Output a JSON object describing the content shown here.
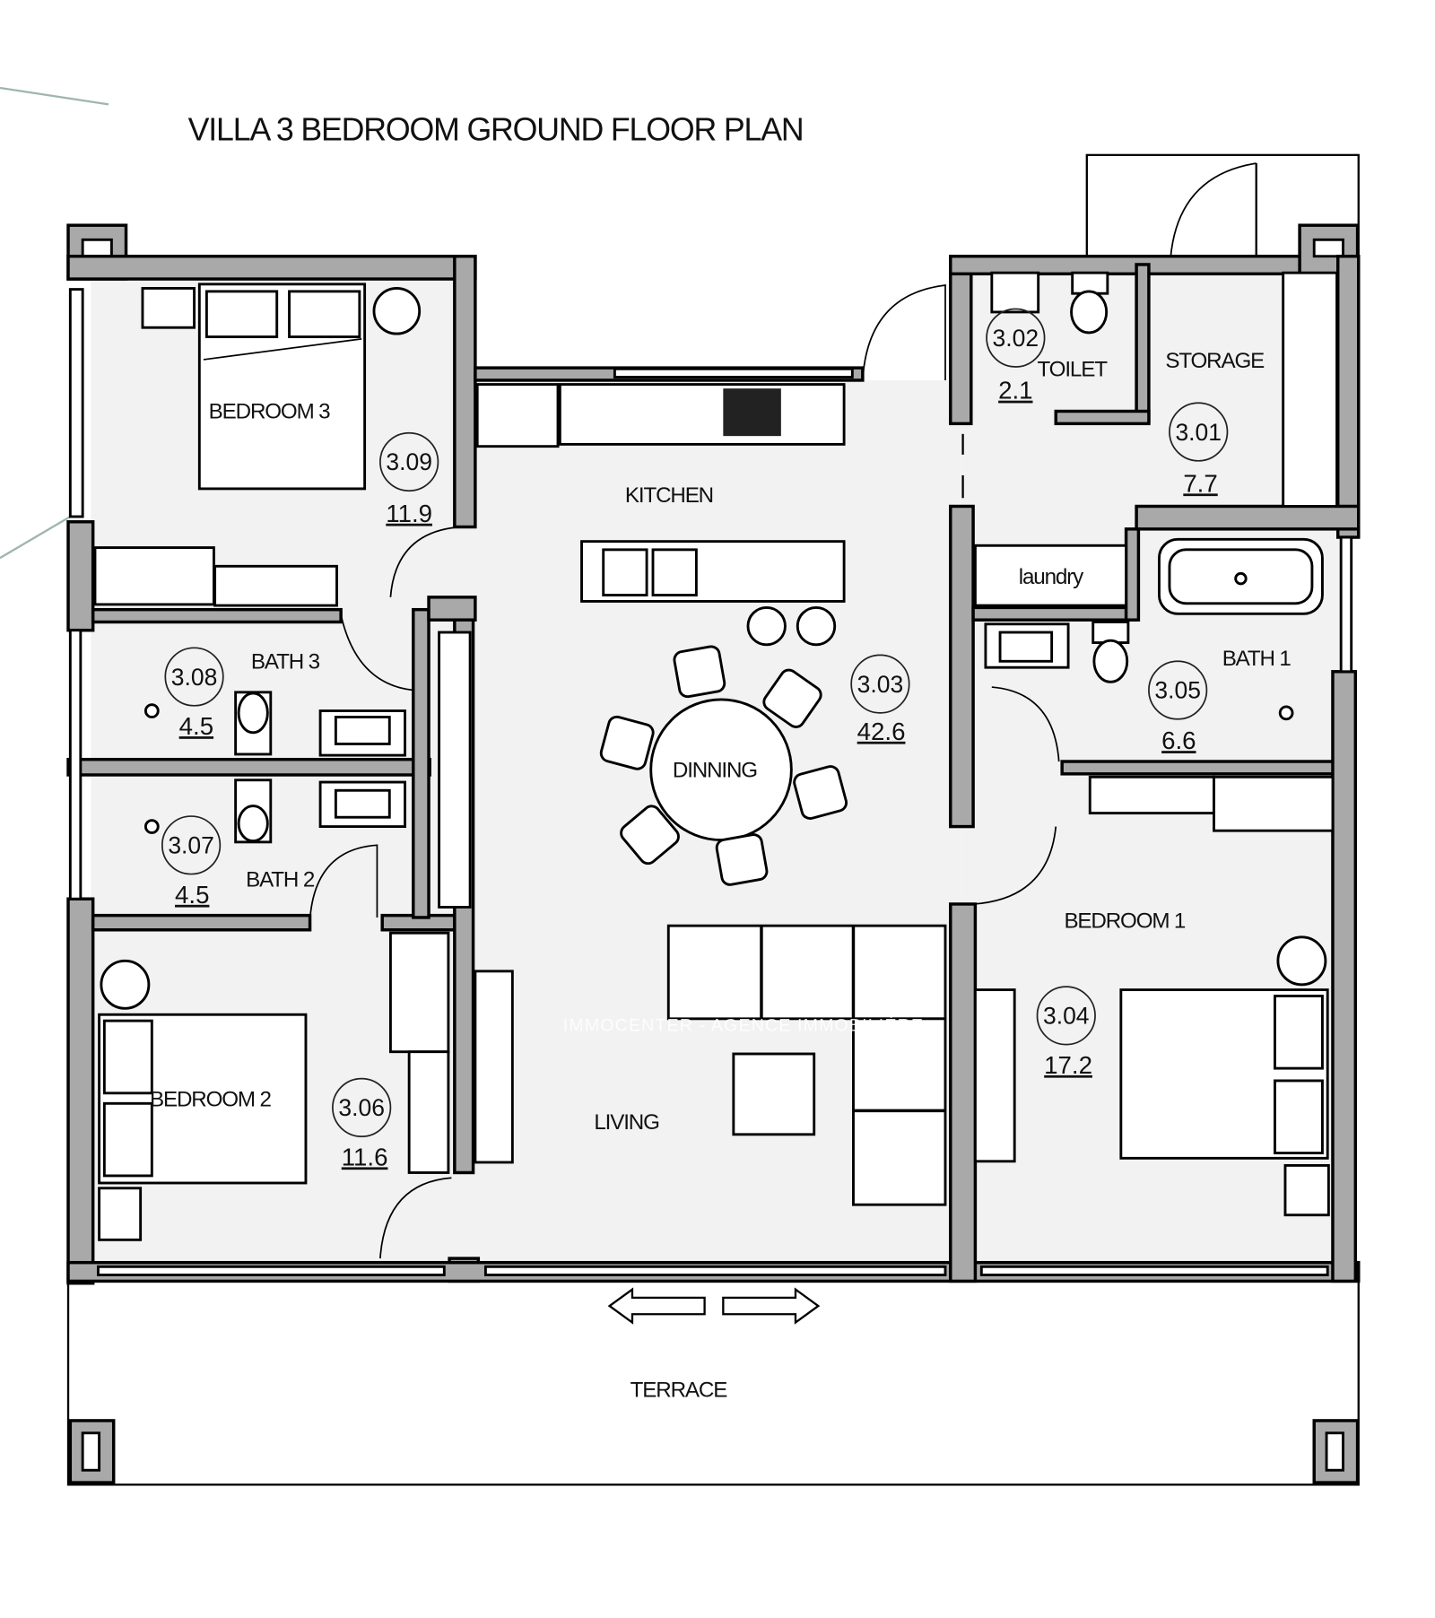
{
  "title": "VILLA 3 BEDROOM  GROUND FLOOR PLAN",
  "watermark": "IMMOCENTER - AGENCE IMMOBILIÈRE",
  "rooms": {
    "storage": {
      "label": "STORAGE",
      "code": "3.01",
      "area": "7.7"
    },
    "toilet": {
      "label": "TOILET",
      "code": "3.02",
      "area": "2.1"
    },
    "kitchen_dining_living": {
      "code": "3.03",
      "area": "42.6"
    },
    "bedroom1": {
      "label": "BEDROOM 1",
      "code": "3.04",
      "area": "17.2"
    },
    "bath1": {
      "label": "BATH 1",
      "code": "3.05",
      "area": "6.6"
    },
    "bedroom2": {
      "label": "BEDROOM 2",
      "code": "3.06",
      "area": "11.6"
    },
    "bath2": {
      "label": "BATH 2",
      "code": "3.07",
      "area": "4.5"
    },
    "bath3": {
      "label": "BATH 3",
      "code": "3.08",
      "area": "4.5"
    },
    "bedroom3": {
      "label": "BEDROOM 3",
      "code": "3.09",
      "area": "11.9"
    }
  },
  "labels": {
    "kitchen": "KITCHEN",
    "dining": "DINNING",
    "living": "LIVING",
    "laundry": "laundry",
    "terrace": "TERRACE"
  }
}
